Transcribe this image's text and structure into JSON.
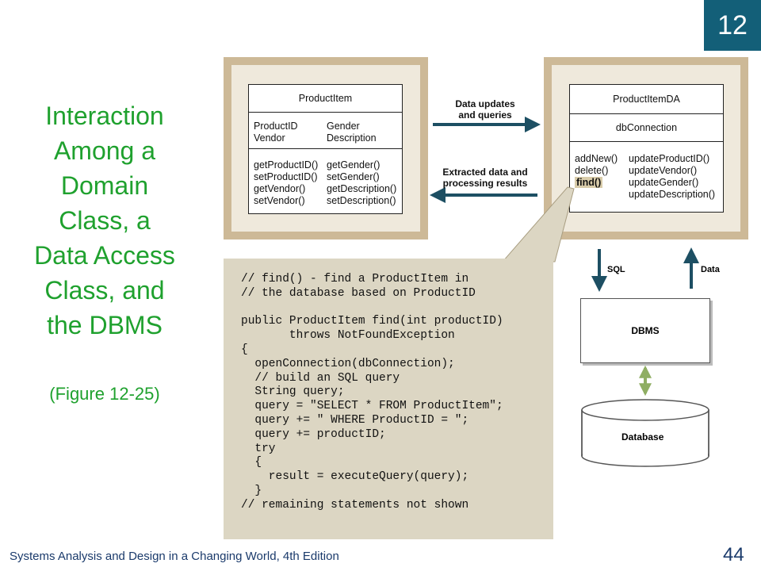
{
  "slide": {
    "chapter": "12",
    "title_lines": [
      "Interaction",
      "Among a",
      "Domain",
      "Class, a",
      "Data Access",
      "Class, and",
      "the DBMS"
    ],
    "figure_ref": "(Figure 12-25)",
    "footer": "Systems Analysis and Design in a Changing World, 4th Edition",
    "page_number": "44"
  },
  "diagram": {
    "domain_class": {
      "name": "ProductItem",
      "attributes_left": [
        "ProductID",
        "Vendor"
      ],
      "attributes_right": [
        "Gender",
        "Description"
      ],
      "methods_left": [
        "getProductID()",
        "setProductID()",
        "getVendor()",
        "setVendor()"
      ],
      "methods_right": [
        "getGender()",
        "setGender()",
        "getDescription()",
        "setDescription()"
      ]
    },
    "data_access_class": {
      "name": "ProductItemDA",
      "attribute": "dbConnection",
      "methods_left": [
        "addNew()",
        "delete()"
      ],
      "highlighted_method": "find()",
      "methods_right": [
        "updateProductID()",
        "updateVendor()",
        "updateGender()",
        "updateDescription()"
      ]
    },
    "arrow_top_label": [
      "Data updates",
      "and queries"
    ],
    "arrow_bottom_label": [
      "Extracted data and",
      "processing results"
    ],
    "sql_label": "SQL",
    "data_label": "Data",
    "dbms_label": "DBMS",
    "database_label": "Database",
    "code_lines": [
      "// find() - find a ProductItem in",
      "// the database based on ProductID",
      "",
      "public ProductItem find(int productID)",
      "       throws NotFoundException",
      "{",
      "  openConnection(dbConnection);",
      "  // build an SQL query",
      "  String query;",
      "  query = \"SELECT * FROM ProductItem\";",
      "  query += \" WHERE ProductID = \";",
      "  query += productID;",
      "  try",
      "  {",
      "    result = executeQuery(query);",
      "  }",
      "// remaining statements not shown"
    ]
  },
  "colors": {
    "badge": "#135f78",
    "title": "#1fa12e",
    "footer": "#1a3a6b",
    "frame": "#cdb997",
    "code_bg": "#dcd6c3",
    "arrow": "#1d4f63",
    "db_arrow": "#8fae63"
  }
}
